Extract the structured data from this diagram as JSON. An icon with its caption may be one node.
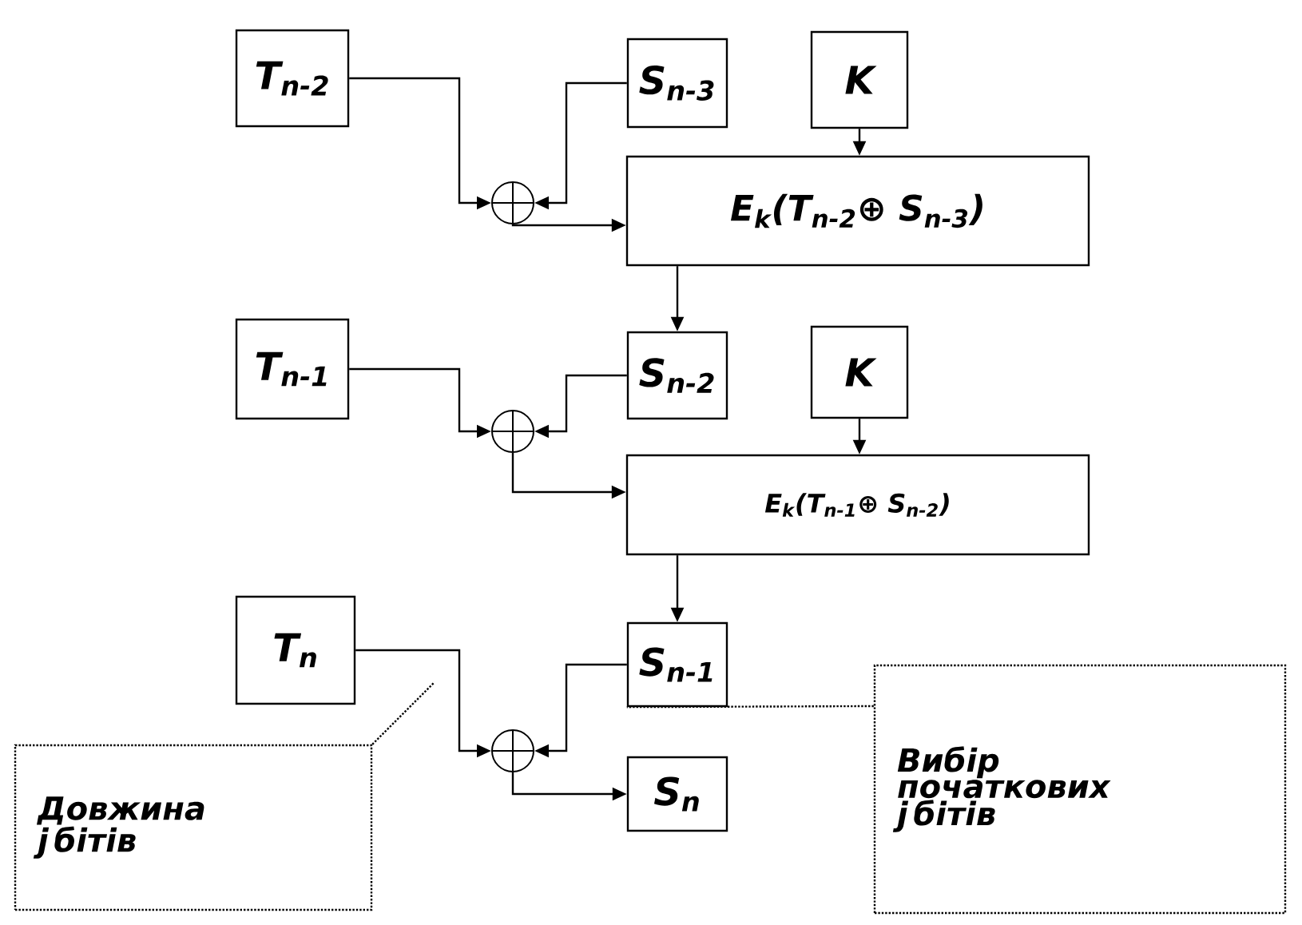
{
  "diagram": {
    "nodes": [
      {
        "text": [
          "T$_{n-2}$"
        ]
      },
      {
        "text": [
          "S$_{n-3}$"
        ]
      },
      {
        "text": [
          "K"
        ]
      },
      {
        "text": [],
        "shape": "circle"
      },
      {
        "text": [
          "E$_{k}$(T$_{n-2}$⊕ S$_{n-3}$)"
        ]
      },
      {
        "text": [
          "T$_{n-1}$"
        ]
      },
      {
        "text": [
          "S$_{n-2}$"
        ]
      },
      {
        "text": [
          "K"
        ]
      },
      {
        "text": [],
        "shape": "circle"
      },
      {
        "text": [
          "E$_{k}$(T$_{n-1}$⊕ S$_{n-2}$)"
        ]
      },
      {
        "text": [
          "T$_{n}$"
        ]
      },
      {
        "text": [
          "S$_{n-1}$"
        ]
      },
      {
        "text": [],
        "shape": "circle"
      },
      {
        "text": [
          "S$_{n}$"
        ]
      },
      {
        "text": [
          "Довжина j бітів"
        ]
      },
      {
        "text": [
          "Вибір початкових j бітів"
        ]
      }
    ],
    "edges": [
      {
        "from": 0,
        "to": 3,
        "arrow": "to"
      },
      {
        "from": 1,
        "to": 3,
        "arrow": "to"
      },
      {
        "from": 2,
        "to": 4,
        "arrow": "to"
      },
      {
        "from": 3,
        "to": 4,
        "arrow": "to"
      },
      {
        "from": 4,
        "to": 6,
        "arrow": "to"
      },
      {
        "from": 5,
        "to": 8,
        "arrow": "to"
      },
      {
        "from": 6,
        "to": 8,
        "arrow": "to"
      },
      {
        "from": 7,
        "to": 9,
        "arrow": "to"
      },
      {
        "from": 8,
        "to": 9,
        "arrow": "to"
      },
      {
        "from": 9,
        "to": 11,
        "arrow": "to"
      },
      {
        "from": 10,
        "to": 12,
        "arrow": "to"
      },
      {
        "from": 11,
        "to": 12,
        "arrow": "to"
      },
      {
        "from": 12,
        "to": 13,
        "arrow": "to"
      },
      {
        "from": 14,
        "to": null,
        "arrow": "none",
        "style": "dashed"
      },
      {
        "from": 15,
        "to": 11,
        "arrow": "none",
        "style": "dashed"
      }
    ]
  }
}
